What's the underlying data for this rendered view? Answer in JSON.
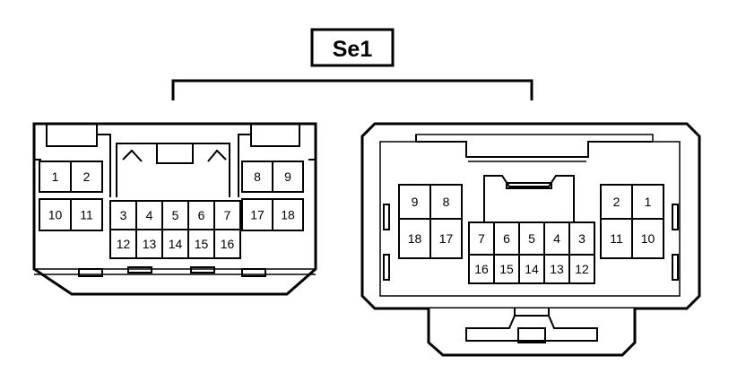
{
  "connector_label": "Se1",
  "left_connector": {
    "pins": [
      [
        "1",
        "2"
      ],
      [
        "10",
        "11"
      ],
      [
        "3",
        "4",
        "5",
        "6",
        "7"
      ],
      [
        "12",
        "13",
        "14",
        "15",
        "16"
      ],
      [
        "8",
        "9"
      ],
      [
        "17",
        "18"
      ]
    ]
  },
  "right_connector": {
    "pins": [
      [
        "9",
        "8"
      ],
      [
        "18",
        "17"
      ],
      [
        "7",
        "6",
        "5",
        "4",
        "3"
      ],
      [
        "16",
        "15",
        "14",
        "13",
        "12"
      ],
      [
        "2",
        "1"
      ],
      [
        "11",
        "10"
      ]
    ]
  },
  "colors": {
    "line": "#000000",
    "background": "#ffffff"
  }
}
